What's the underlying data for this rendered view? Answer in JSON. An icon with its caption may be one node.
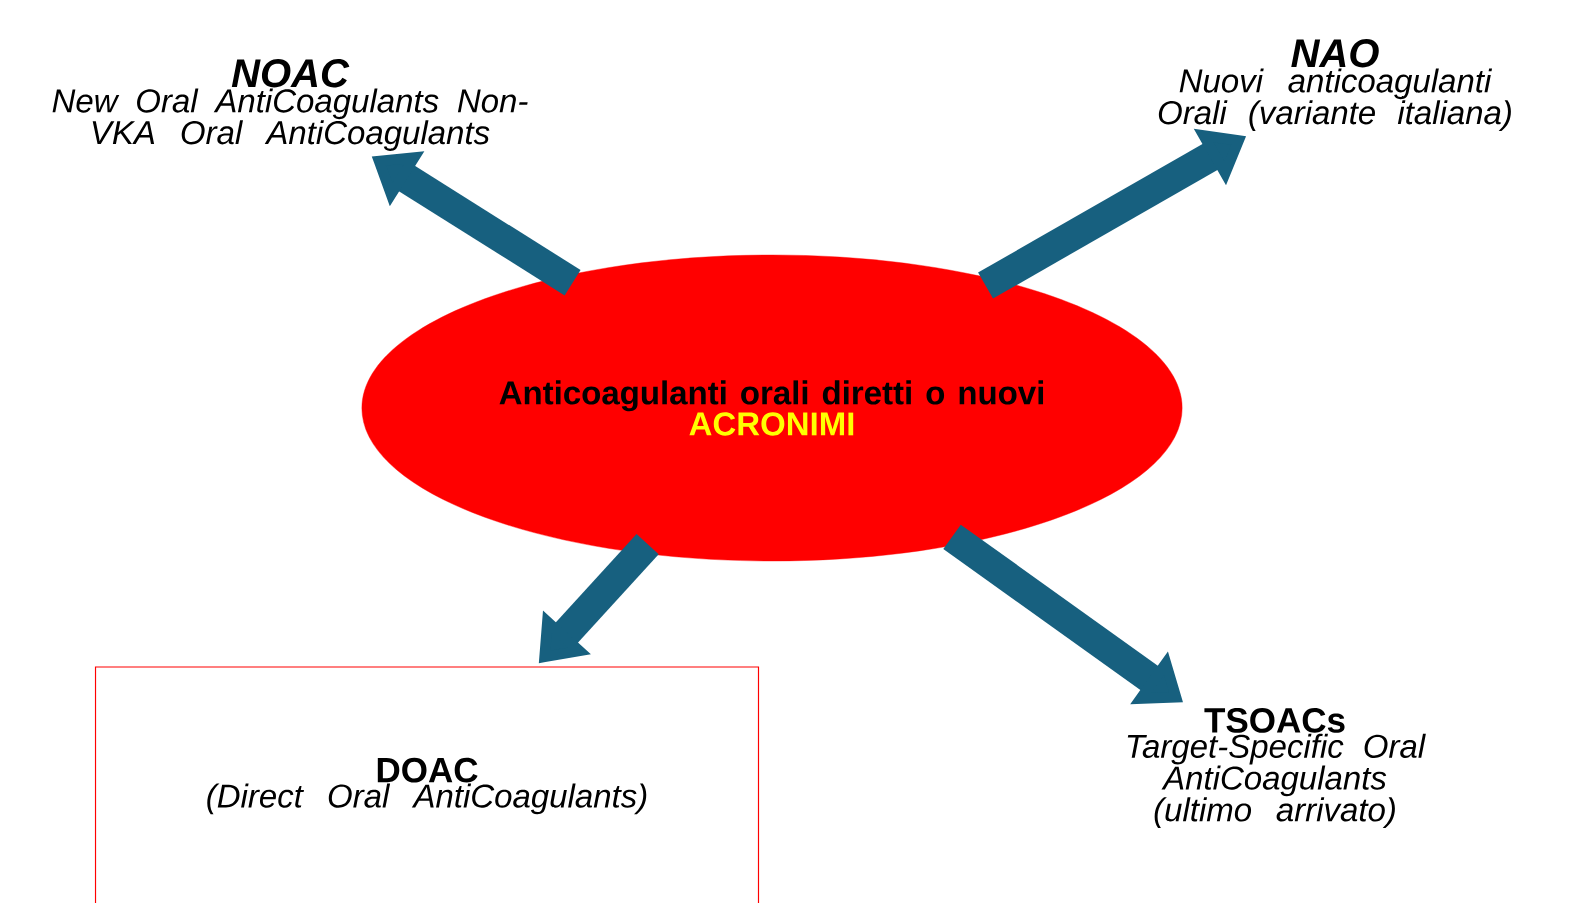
{
  "diagram": {
    "nodes": [
      {
        "text": [
          "Anticoagulanti orali diretti o nuovi",
          "ACRONIMI"
        ]
      },
      {
        "text": [
          "NOAC",
          "New Oral AntiCoagulants Non-VKA Oral AntiCoagulants"
        ]
      },
      {
        "text": [
          "NAO",
          "Nuovi anticoagulanti Orali (variante italiana)"
        ]
      },
      {
        "text": [
          "DOAC",
          "(Direct Oral AntiCoagulants)"
        ]
      },
      {
        "text": [
          "TSOACs",
          "Target-Specific Oral AntiCoagulants (ultimo arrivato)"
        ]
      }
    ],
    "edges": [
      {
        "from": 0,
        "to": 1,
        "arrow": "to"
      },
      {
        "from": 0,
        "to": 2,
        "arrow": "to"
      },
      {
        "from": 0,
        "to": 3,
        "arrow": "to"
      },
      {
        "from": 0,
        "to": 4,
        "arrow": "to"
      }
    ]
  }
}
